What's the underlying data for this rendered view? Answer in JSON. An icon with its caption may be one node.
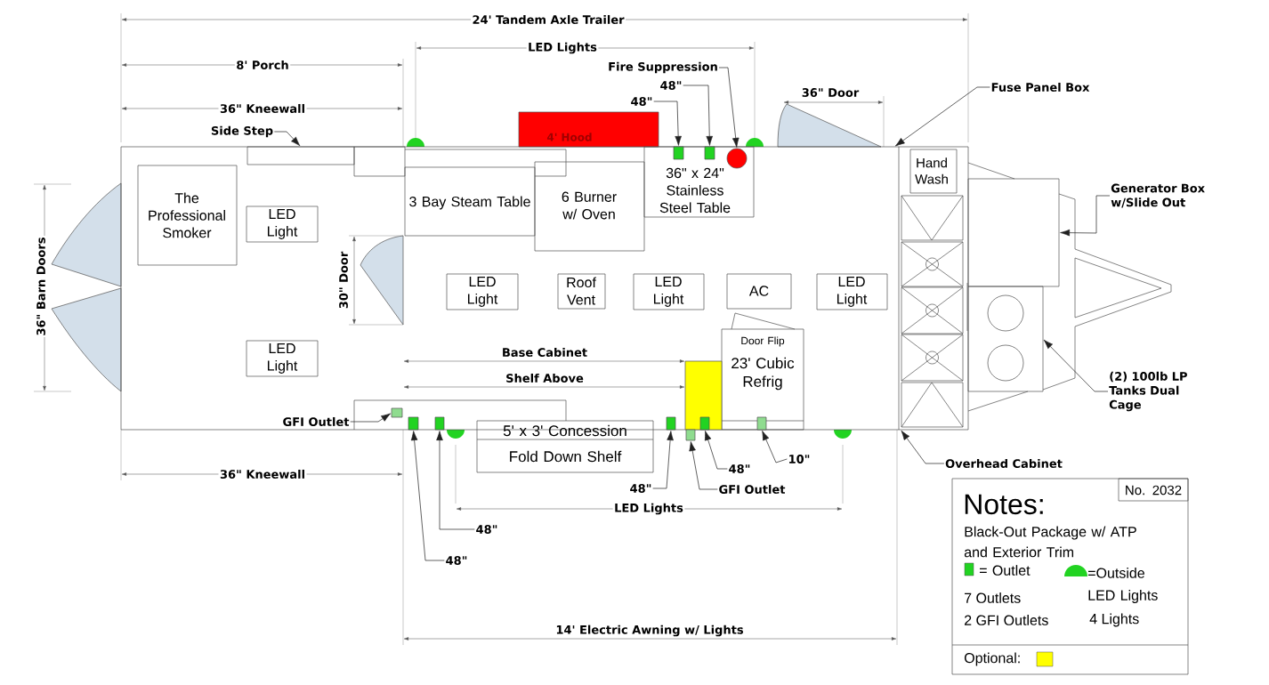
{
  "diagram": {
    "nodes": [
      {
        "text": [],
        "shape": "box"
      },
      {
        "text": [
          "The Professional Smoker"
        ],
        "in": 0
      },
      {
        "text": [
          "LED Light"
        ],
        "in": 0
      },
      {
        "text": [
          "LED Light"
        ],
        "in": 0
      },
      {
        "text": [],
        "shape": "box",
        "in": 0
      },
      {
        "text": [
          "3 Bay Steam Table"
        ],
        "in": 0
      },
      {
        "text": [
          "6 Burner w/ Oven"
        ],
        "in": 0
      },
      {
        "text": [
          "4' Hood"
        ]
      },
      {
        "text": [
          "36\" x 24\" Stainless Steel Table"
        ],
        "in": 0
      },
      {
        "text": [],
        "shape": "circle",
        "in": 8
      },
      {
        "text": [],
        "shape": "box",
        "in": 8
      },
      {
        "text": [],
        "shape": "box",
        "in": 8
      },
      {
        "text": [
          "LED Light"
        ],
        "in": 0
      },
      {
        "text": [
          "Roof Vent"
        ],
        "in": 0
      },
      {
        "text": [
          "LED Light"
        ],
        "in": 0
      },
      {
        "text": [
          "AC"
        ],
        "in": 0
      },
      {
        "text": [
          "LED Light"
        ],
        "in": 0
      },
      {
        "text": [
          "Door Flip",
          "23' Cubic Refrig"
        ],
        "in": 0
      },
      {
        "text": [],
        "shape": "box",
        "in": 0
      },
      {
        "text": [
          "Hand Wash"
        ],
        "in": 0
      },
      {
        "text": [
          "5' x 3' Concession",
          "Fold Down Shelf"
        ]
      },
      {
        "text": [],
        "shape": "box"
      },
      {
        "text": [],
        "shape": "box"
      },
      {
        "text": [],
        "shape": "box",
        "in": 0
      },
      {
        "text": [],
        "shape": "box",
        "in": 0
      },
      {
        "text": [],
        "shape": "box",
        "in": 0
      },
      {
        "text": [],
        "shape": "box",
        "in": 0
      },
      {
        "text": [],
        "shape": "box"
      },
      {
        "text": [],
        "shape": "box",
        "in": 18
      },
      {
        "text": [],
        "shape": "box",
        "in": 17
      },
      {
        "text": [
          "Notes:",
          "Black-Out Package w/ ATP and Exterior Trim"
        ]
      },
      {
        "text": [
          "No. 2032"
        ],
        "in": 30
      },
      {
        "text": [
          "Side Step"
        ]
      },
      {
        "text": [
          "Fire Suppression"
        ]
      },
      {
        "text": [
          "48\""
        ]
      },
      {
        "text": [
          "48\""
        ]
      },
      {
        "text": [
          "Fuse Panel Box"
        ]
      },
      {
        "text": [
          "Generator Box w/Slide Out"
        ]
      },
      {
        "text": [
          "(2) 100lb LP Tanks Dual Cage"
        ]
      },
      {
        "text": [
          "GFI Outlet"
        ],
        "in": 0
      },
      {
        "text": [
          "Overhead Cabinet"
        ]
      },
      {
        "text": [
          "10\""
        ]
      },
      {
        "text": [
          "48\""
        ]
      },
      {
        "text": [
          "48\""
        ]
      },
      {
        "text": [
          "GFI Outlet"
        ]
      },
      {
        "text": [
          "48\""
        ]
      },
      {
        "text": [
          "48\""
        ]
      }
    ],
    "edges": [
      {
        "from": 32,
        "to": 4,
        "arrow": "to"
      },
      {
        "from": 33,
        "to": 9,
        "arrow": "to"
      },
      {
        "from": 34,
        "to": 11,
        "arrow": "to"
      },
      {
        "from": 35,
        "to": 10,
        "arrow": "to"
      },
      {
        "from": 36,
        "to": 0,
        "arrow": "to"
      },
      {
        "from": 37,
        "to": 21,
        "arrow": "to"
      },
      {
        "from": 38,
        "to": 22,
        "arrow": "to"
      },
      {
        "from": 39,
        "to": 23,
        "arrow": "to"
      },
      {
        "from": 40,
        "to": 0,
        "arrow": "to"
      },
      {
        "from": 41,
        "to": 29,
        "arrow": "to"
      },
      {
        "from": 42,
        "to": 28,
        "arrow": "to"
      },
      {
        "from": 43,
        "to": 26,
        "arrow": "to"
      },
      {
        "from": 44,
        "to": 27,
        "arrow": "to"
      },
      {
        "from": 45,
        "to": 25,
        "arrow": "to"
      },
      {
        "from": 46,
        "to": 24,
        "arrow": "to"
      }
    ],
    "labels": [
      "24' Tandem Axle Trailer",
      "LED Lights",
      "8' Porch",
      "36\" Kneewall",
      "36\" Door",
      "36\" Barn Doors",
      "30\" Door",
      "Base Cabinet",
      "Shelf Above",
      "36\" Kneewall",
      "LED Lights",
      "14' Electric Awning w/ Lights",
      "7 Outlets",
      "2 GFI Outlets",
      "4 Lights"
    ],
    "legend": [
      {
        "text": "= Outlet",
        "color": "#22d322"
      },
      {
        "text": "=Outside LED Lights"
      },
      {
        "text": "Optional:",
        "color": "#ffff00"
      }
    ]
  }
}
